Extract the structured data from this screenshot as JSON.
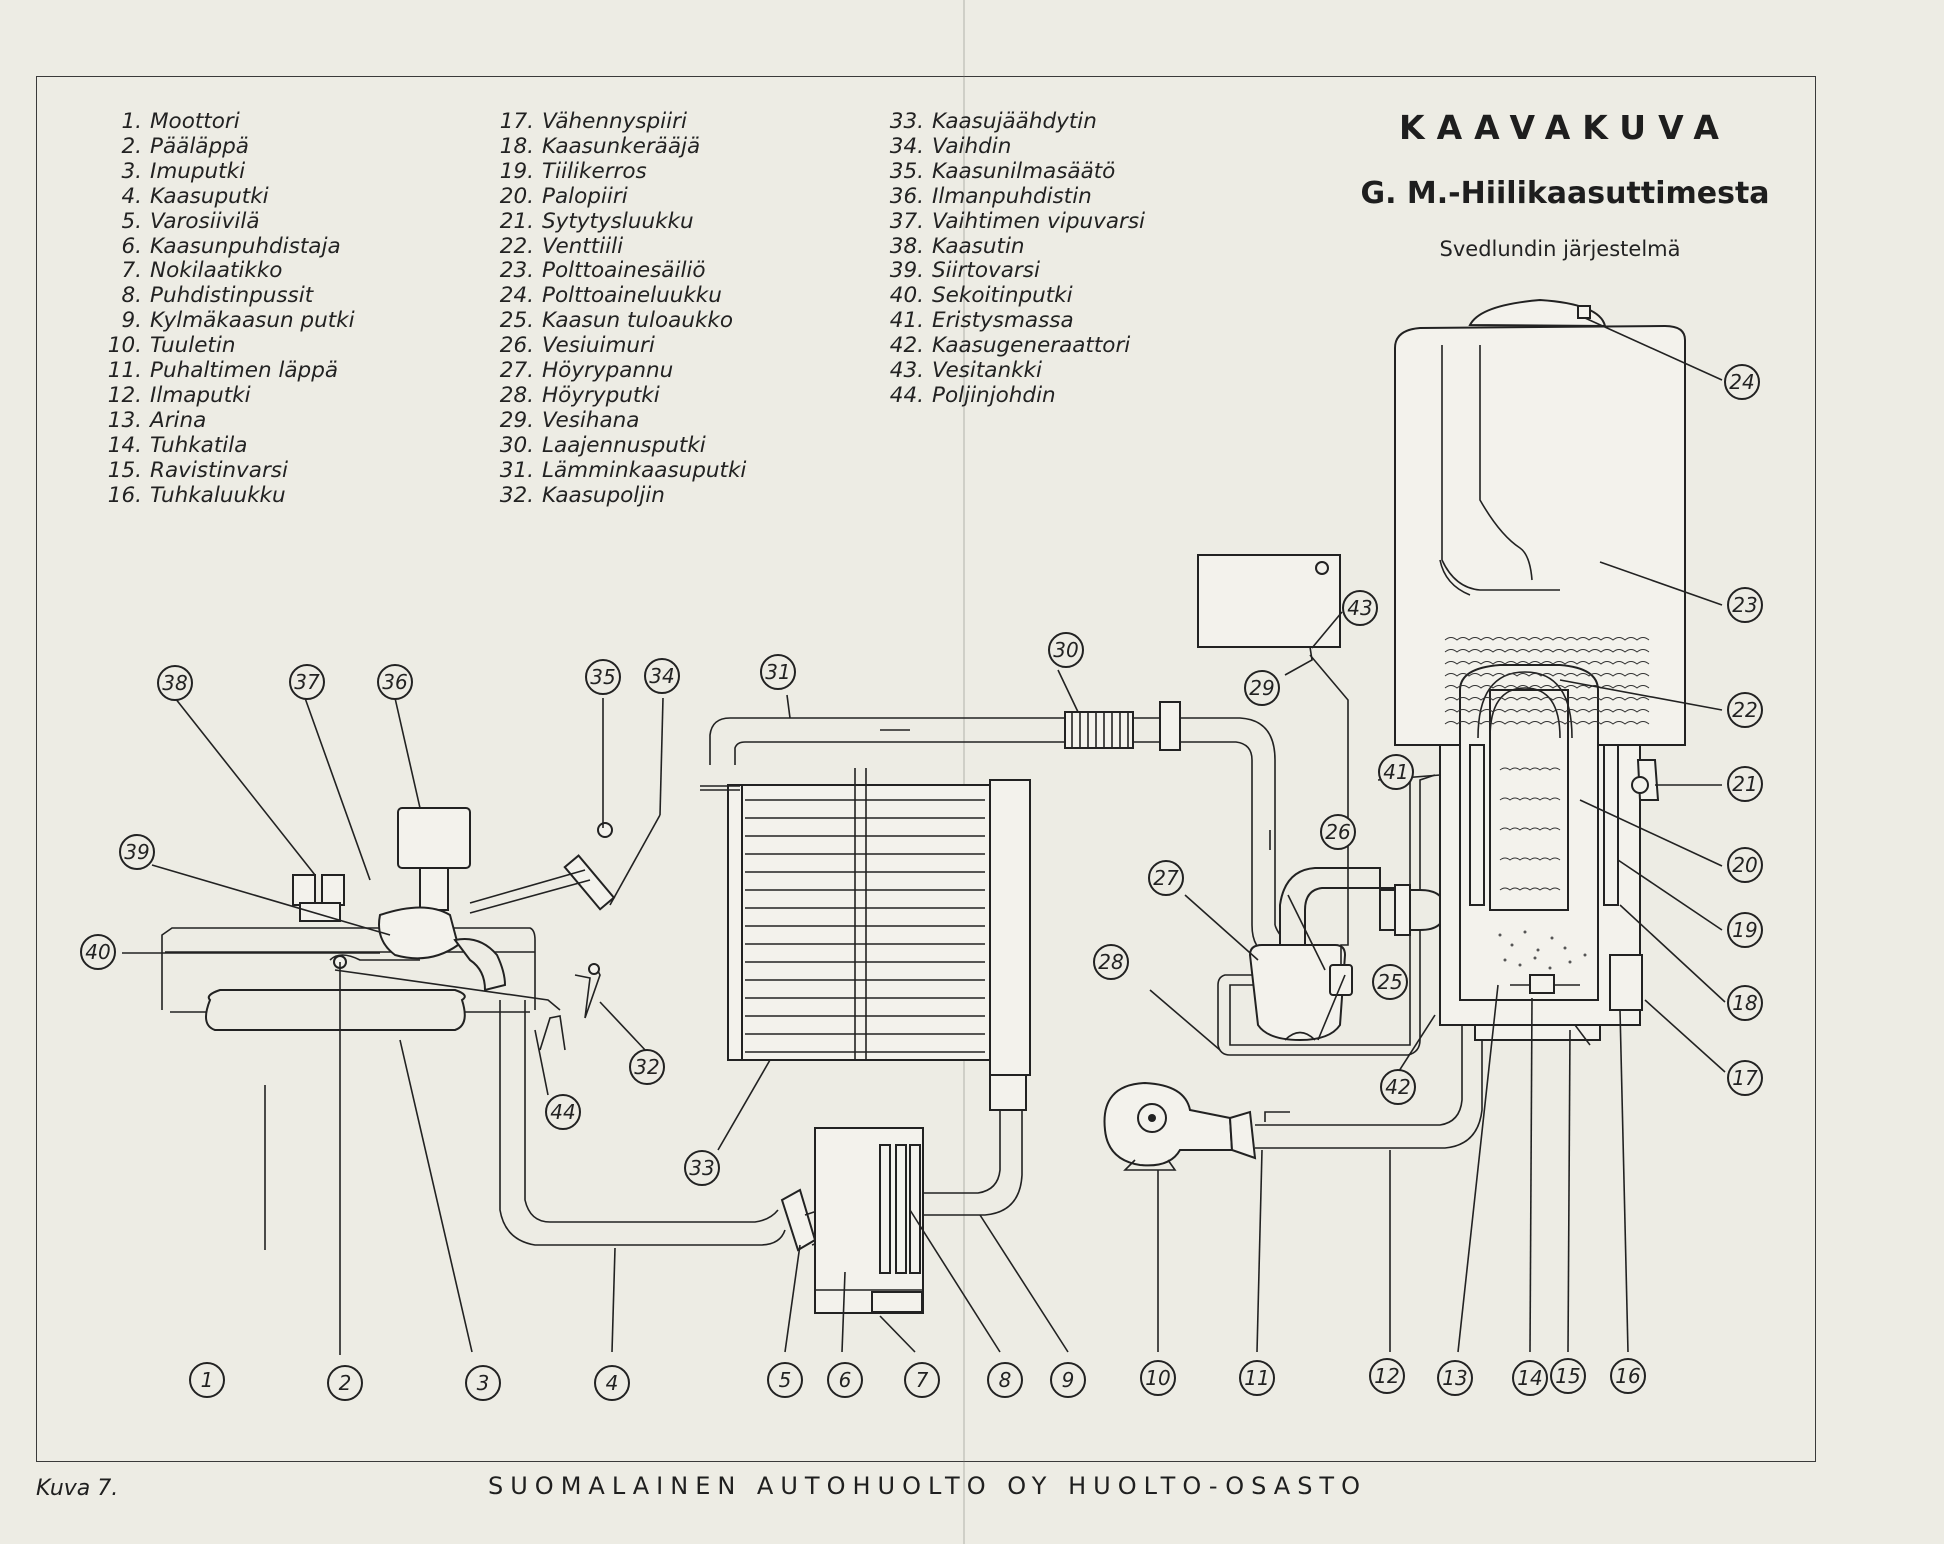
{
  "legend": {
    "col1": [
      {
        "n": "1.",
        "t": "Moottori"
      },
      {
        "n": "2.",
        "t": "Pääläppä"
      },
      {
        "n": "3.",
        "t": "Imuputki"
      },
      {
        "n": "4.",
        "t": "Kaasuputki"
      },
      {
        "n": "5.",
        "t": "Varosiivilä"
      },
      {
        "n": "6.",
        "t": "Kaasunpuhdistaja"
      },
      {
        "n": "7.",
        "t": "Nokilaatikko"
      },
      {
        "n": "8.",
        "t": "Puhdistinpussit"
      },
      {
        "n": "9.",
        "t": "Kylmäkaasun putki"
      },
      {
        "n": "10.",
        "t": "Tuuletin"
      },
      {
        "n": "11.",
        "t": "Puhaltimen läppä"
      },
      {
        "n": "12.",
        "t": "Ilmaputki"
      },
      {
        "n": "13.",
        "t": "Arina"
      },
      {
        "n": "14.",
        "t": "Tuhkatila"
      },
      {
        "n": "15.",
        "t": "Ravistinvarsi"
      },
      {
        "n": "16.",
        "t": "Tuhkaluukku"
      }
    ],
    "col2": [
      {
        "n": "17.",
        "t": "Vähennyspiiri"
      },
      {
        "n": "18.",
        "t": "Kaasunkerääjä"
      },
      {
        "n": "19.",
        "t": "Tiilikerros"
      },
      {
        "n": "20.",
        "t": "Palopiiri"
      },
      {
        "n": "21.",
        "t": "Sytytysluukku"
      },
      {
        "n": "22.",
        "t": "Venttiili"
      },
      {
        "n": "23.",
        "t": "Polttoainesäiliö"
      },
      {
        "n": "24.",
        "t": "Polttoaineluukku"
      },
      {
        "n": "25.",
        "t": "Kaasun tuloaukko"
      },
      {
        "n": "26.",
        "t": "Vesiuimuri"
      },
      {
        "n": "27.",
        "t": "Höyrypannu"
      },
      {
        "n": "28.",
        "t": "Höyryputki"
      },
      {
        "n": "29.",
        "t": "Vesihana"
      },
      {
        "n": "30.",
        "t": "Laajennusputki"
      },
      {
        "n": "31.",
        "t": "Lämminkaasuputki"
      },
      {
        "n": "32.",
        "t": "Kaasupoljin"
      }
    ],
    "col3": [
      {
        "n": "33.",
        "t": "Kaasujäähdytin"
      },
      {
        "n": "34.",
        "t": "Vaihdin"
      },
      {
        "n": "35.",
        "t": "Kaasunilmasäätö"
      },
      {
        "n": "36.",
        "t": "Ilmanpuhdistin"
      },
      {
        "n": "37.",
        "t": "Vaihtimen vipuvarsi"
      },
      {
        "n": "38.",
        "t": "Kaasutin"
      },
      {
        "n": "39.",
        "t": "Siirtovarsi"
      },
      {
        "n": "40.",
        "t": "Sekoitinputki"
      },
      {
        "n": "41.",
        "t": "Eristysmassa"
      },
      {
        "n": "42.",
        "t": "Kaasugeneraattori"
      },
      {
        "n": "43.",
        "t": "Vesitankki"
      },
      {
        "n": "44.",
        "t": "Poljinjohdin"
      }
    ]
  },
  "title": "KAAVAKUVA",
  "subtitle": "G. M.-Hiilikaasuttimesta",
  "system": "Svedlundin järjestelmä",
  "figure_label": "Kuva 7.",
  "footer": "SUOMALAINEN AUTOHUOLTO OY HUOLTO-OSASTO",
  "callouts": [
    "1",
    "2",
    "3",
    "4",
    "5",
    "6",
    "7",
    "8",
    "9",
    "10",
    "11",
    "12",
    "13",
    "14",
    "15",
    "16",
    "17",
    "18",
    "19",
    "20",
    "21",
    "22",
    "23",
    "24",
    "25",
    "26",
    "27",
    "28",
    "29",
    "30",
    "31",
    "32",
    "33",
    "34",
    "35",
    "36",
    "37",
    "38",
    "39",
    "40",
    "41",
    "42",
    "43",
    "44"
  ]
}
